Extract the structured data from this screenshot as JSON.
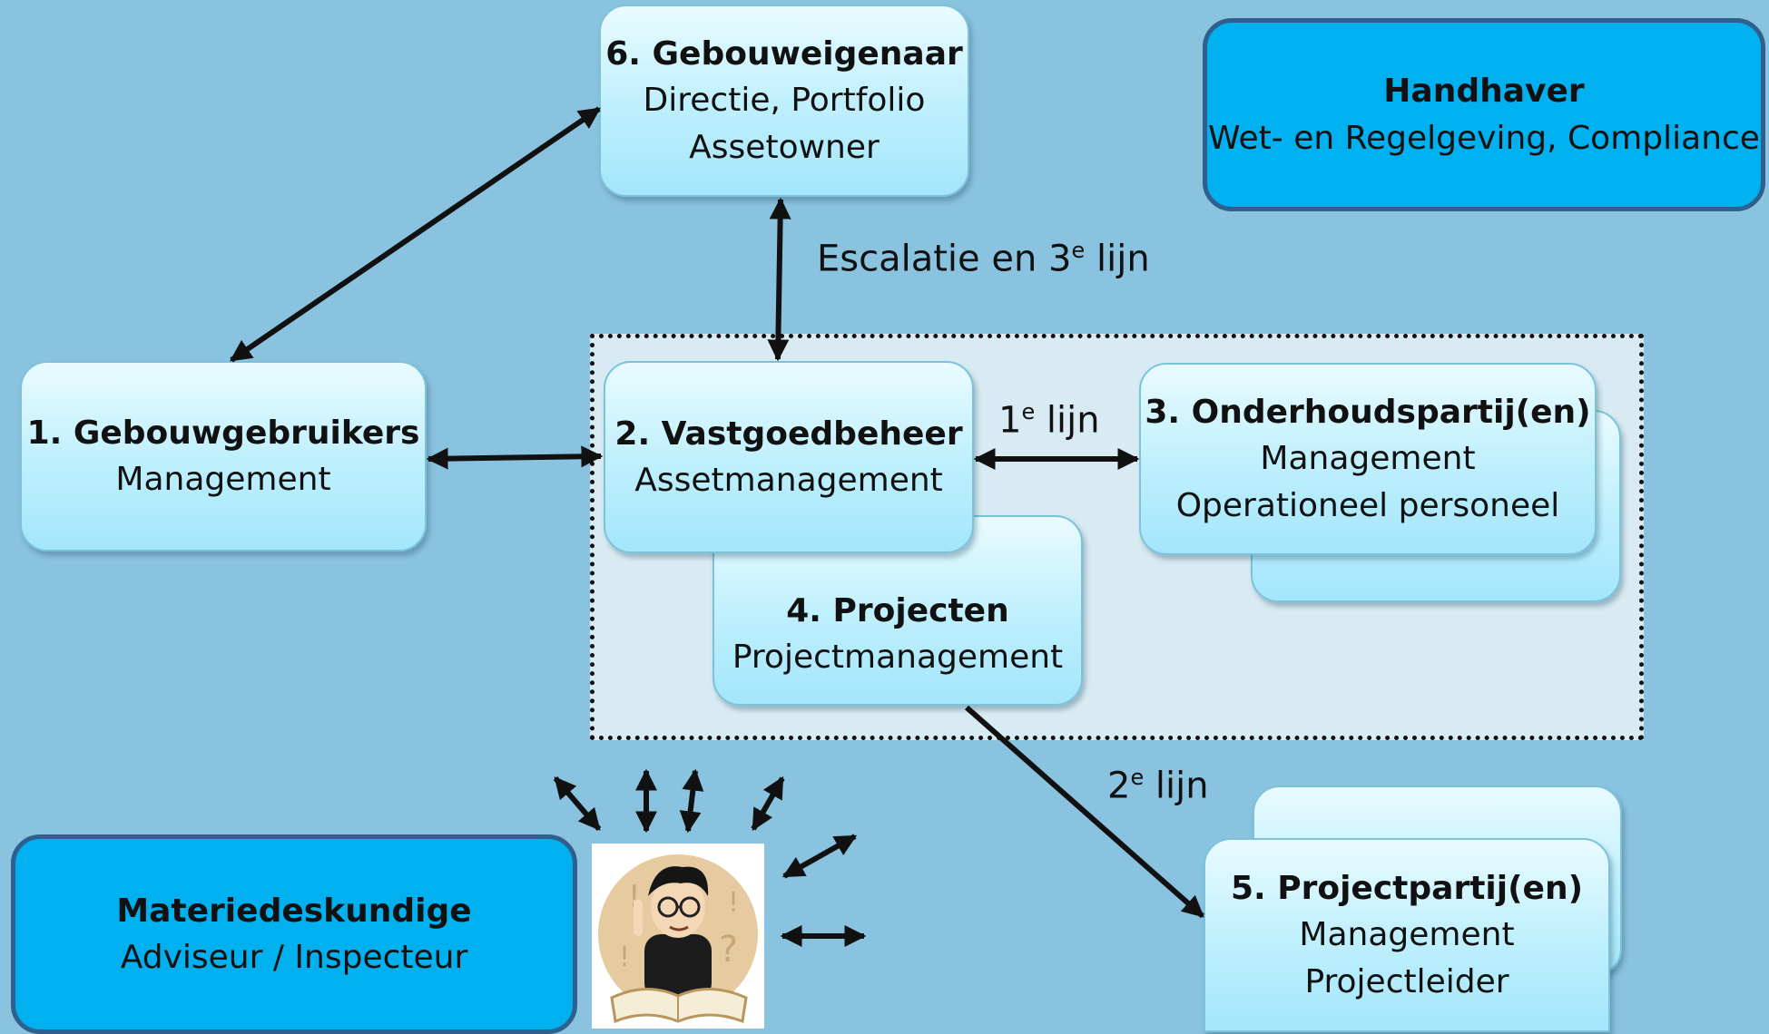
{
  "nodes": {
    "owner": {
      "title": "6. Gebouweigenaar",
      "line1": "Directie, Portfolio",
      "line2": "Assetowner"
    },
    "enforcer": {
      "title": "Handhaver",
      "line1": "Wet- en Regelgeving, Compliance"
    },
    "users": {
      "title": "1. Gebouwgebruikers",
      "line1": "Management"
    },
    "realestate": {
      "title": "2. Vastgoedbeheer",
      "line1": "Assetmanagement"
    },
    "maintenance": {
      "title": "3. Onderhoudspartij(en)",
      "line1": "Management",
      "line2": "Operationeel personeel"
    },
    "projects": {
      "title": "4. Projecten",
      "line1": "Projectmanagement"
    },
    "projectparty": {
      "title": "5. Projectpartij(en)",
      "line1": "Management",
      "line2": "Projectleider"
    },
    "expert": {
      "title": "Materiedeskundige",
      "line1": "Adviseur / Inspecteur"
    }
  },
  "labels": {
    "escalation": {
      "text": "Escalatie en 3",
      "sup": "e",
      "suffix": " lijn"
    },
    "first_line": {
      "text": "1",
      "sup": "e",
      "suffix": " lijn"
    },
    "second_line": {
      "text": "2",
      "sup": "e",
      "suffix": " lijn"
    }
  },
  "colors": {
    "background": "#8ac3df",
    "box_fill": "#bdeffd",
    "dark_box_fill": "#00b0ef",
    "dark_box_border": "#2f5f8c",
    "group_fill": "#d9ebf2"
  }
}
